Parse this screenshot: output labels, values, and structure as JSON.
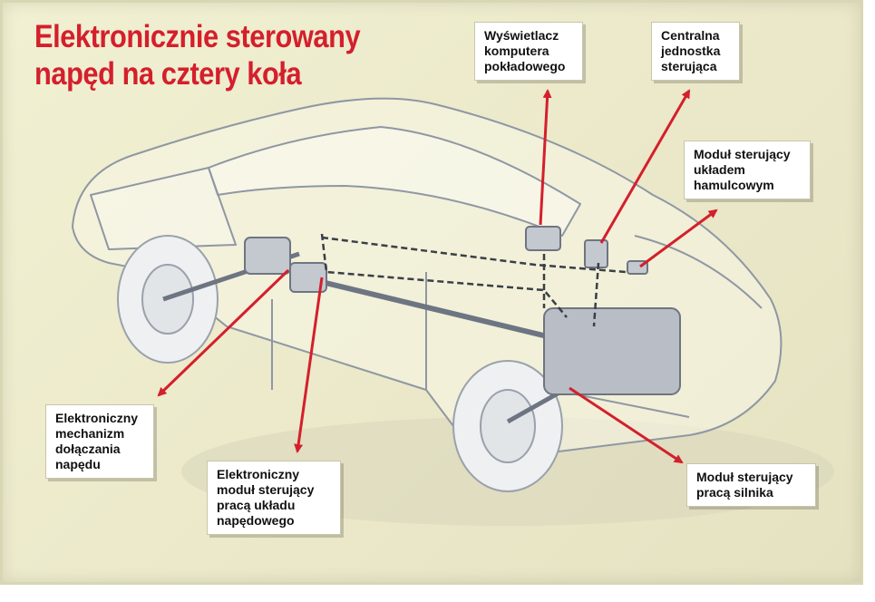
{
  "title": {
    "line1": "Elektronicznie sterowany",
    "line2": "napęd na cztery koła"
  },
  "colors": {
    "title": "#d41f2c",
    "arrow": "#d41f2c",
    "background": "#eceacb"
  },
  "labels": {
    "display": {
      "l1": "Wyświetlacz",
      "l2": "komputera",
      "l3": "pokładowego"
    },
    "central_unit": {
      "l1": "Centralna",
      "l2": "jednostka",
      "l3": "sterująca"
    },
    "brake_module": {
      "l1": "Moduł sterujący",
      "l2": "układem",
      "l3": "hamulcowym"
    },
    "coupling": {
      "l1": "Elektroniczny",
      "l2": "mechanizm",
      "l3": "dołączania",
      "l4": "napędu"
    },
    "drive_module": {
      "l1": "Elektroniczny",
      "l2": "moduł sterujący",
      "l3": "pracą układu",
      "l4": "napędowego"
    },
    "engine_module": {
      "l1": "Moduł sterujący",
      "l2": "pracą silnika"
    }
  }
}
